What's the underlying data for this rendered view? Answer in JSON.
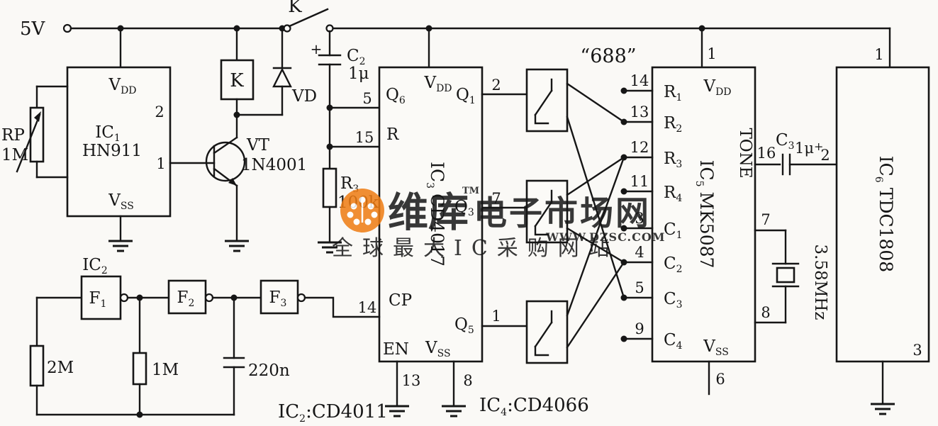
{
  "watermark": {
    "brand": "维库",
    "tm": "TM",
    "brand2": "电子市场网",
    "url": "WWW.DZSC.COM",
    "tagline": "全球最大IC采购网站",
    "color_red": "#c3161c",
    "color_orange": "#ef7c12",
    "color_rose": "#e2645f"
  },
  "power": {
    "label": "5V"
  },
  "switch_k": {
    "label": "K"
  },
  "relay": {
    "label": "K"
  },
  "diode": {
    "label": "VD"
  },
  "transistor": {
    "ref": "VT",
    "part": "1N4001"
  },
  "rp": {
    "ref": "RP",
    "value": "1M"
  },
  "ic1": {
    "ref": {
      "m": "IC",
      "s": "1"
    },
    "part": "HN911",
    "vdd": {
      "m": "V",
      "s": "DD"
    },
    "vss": {
      "m": "V",
      "s": "SS"
    },
    "pin2": "2",
    "pin1": "1"
  },
  "c2": {
    "ref": {
      "m": "C",
      "s": "2"
    },
    "value": "1μ",
    "polarity": "+"
  },
  "r3": {
    "ref": {
      "m": "R",
      "s": "3"
    },
    "value": "100k"
  },
  "ic3": {
    "ref": {
      "m": "IC",
      "s": "3",
      "part": "CD4017"
    },
    "vdd": {
      "m": "V",
      "s": "DD"
    },
    "vss": {
      "m": "V",
      "s": "SS"
    },
    "q6": {
      "m": "Q",
      "s": "6"
    },
    "reset": "R",
    "q1": {
      "m": "Q",
      "s": "1"
    },
    "q3": {
      "m": "Q",
      "s": "3"
    },
    "q5": {
      "m": "Q",
      "s": "5"
    },
    "cp": "CP",
    "en": "EN",
    "pins": {
      "p5": "5",
      "p15": "15",
      "p2": "2",
      "p7": "7",
      "p1": "1",
      "p14": "14",
      "p13": "13",
      "p8": "8"
    }
  },
  "osc": {
    "ref": {
      "m": "IC",
      "s": "2"
    },
    "f1": {
      "m": "F",
      "s": "1"
    },
    "f2": {
      "m": "F",
      "s": "2"
    },
    "f3": {
      "m": "F",
      "s": "3"
    },
    "r_2m": "2M",
    "r_1m": "1M",
    "c_220n": "220n"
  },
  "notes": {
    "ic2": {
      "m": "IC",
      "s": "2",
      "rest": ":CD4011"
    },
    "ic4": {
      "m": "IC",
      "s": "4",
      "rest": ":CD4066"
    }
  },
  "code": "“688”",
  "ic5": {
    "ref": {
      "m": "IC",
      "s": "5",
      "part": "MK5087"
    },
    "vdd": {
      "m": "V",
      "s": "DD"
    },
    "vss": {
      "m": "V",
      "s": "SS"
    },
    "tone": "TONE",
    "rows": [
      {
        "pin": "14",
        "m": "R",
        "s": "1"
      },
      {
        "pin": "13",
        "m": "R",
        "s": "2"
      },
      {
        "pin": "12",
        "m": "R",
        "s": "3"
      },
      {
        "pin": "11",
        "m": "R",
        "s": "4"
      },
      {
        "pin": "3",
        "m": "C",
        "s": "1"
      },
      {
        "pin": "4",
        "m": "C",
        "s": "2"
      },
      {
        "pin": "5",
        "m": "C",
        "s": "3"
      },
      {
        "pin": "9",
        "m": "C",
        "s": "4"
      }
    ],
    "pins": {
      "p1": "1",
      "p16": "16",
      "p7": "7",
      "p8": "8",
      "p6": "6"
    }
  },
  "c3": {
    "ref": {
      "m": "C",
      "s": "3"
    },
    "value": "1μ",
    "polarity": "+"
  },
  "crystal": {
    "value": "3.58MHz"
  },
  "ic6": {
    "ref": {
      "m": "IC",
      "s": "6",
      "part": "TDC1808"
    },
    "pins": {
      "p1": "1",
      "p2": "2",
      "p3": "3"
    }
  }
}
